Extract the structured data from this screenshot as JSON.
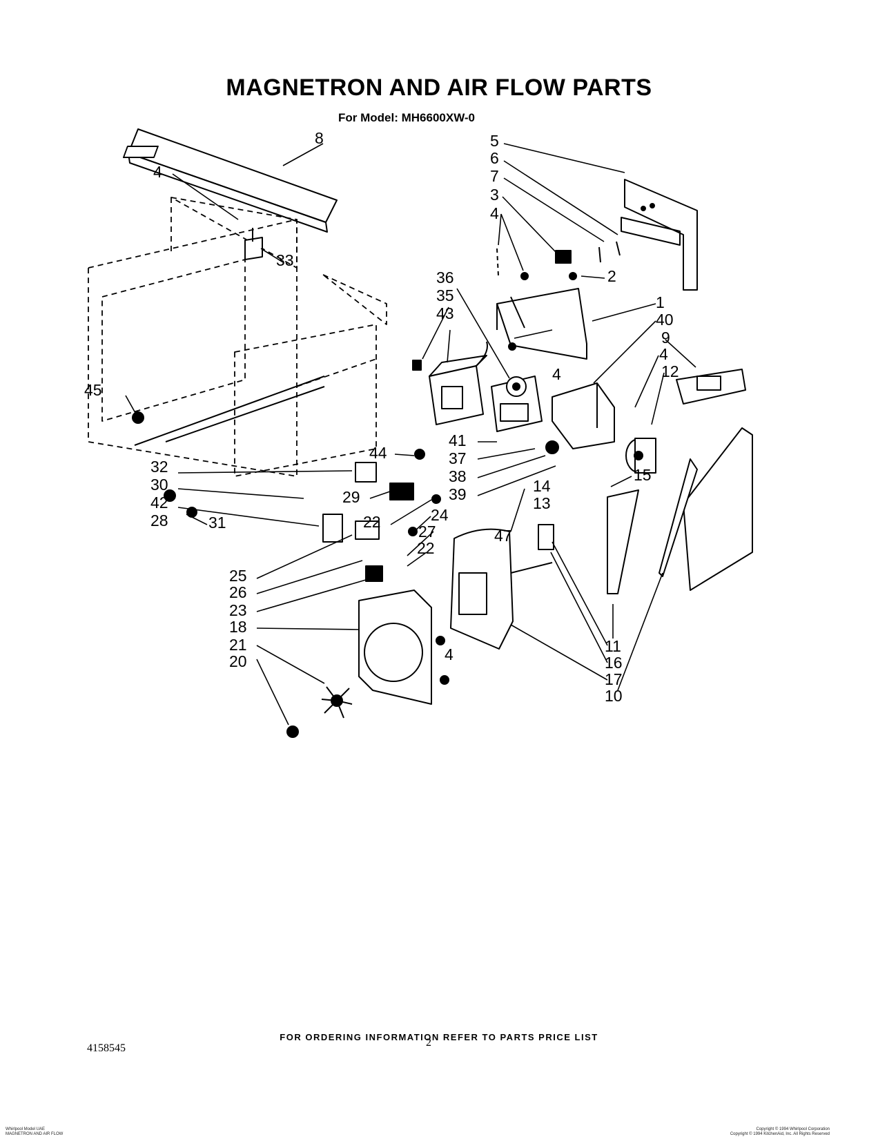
{
  "title": "MAGNETRON AND AIR FLOW PARTS",
  "subtitle": "For Model: MH6600XW-0",
  "footer": "FOR ORDERING INFORMATION REFER TO PARTS PRICE LIST",
  "doc_number": "4158545",
  "page_number": "2",
  "fine_print_left": [
    "Whirlpool Model UAE",
    "MAGNETRON AND AIR FLOW"
  ],
  "fine_print_right": [
    "Copyright © 1994 Whirlpool Corporation",
    "Copyright © 1994 KitchenAid, Inc. All Rights Reserved"
  ],
  "callouts": [
    "8",
    "4",
    "33",
    "45",
    "5",
    "6",
    "7",
    "3",
    "4",
    "2",
    "1",
    "40",
    "9",
    "4",
    "12",
    "36",
    "35",
    "43",
    "4",
    "41",
    "37",
    "38",
    "39",
    "44",
    "14",
    "13",
    "15",
    "32",
    "30",
    "42",
    "28",
    "31",
    "29",
    "22",
    "24",
    "27",
    "47",
    "22",
    "25",
    "26",
    "23",
    "18",
    "21",
    "20",
    "4",
    "11",
    "16",
    "17",
    "10"
  ]
}
